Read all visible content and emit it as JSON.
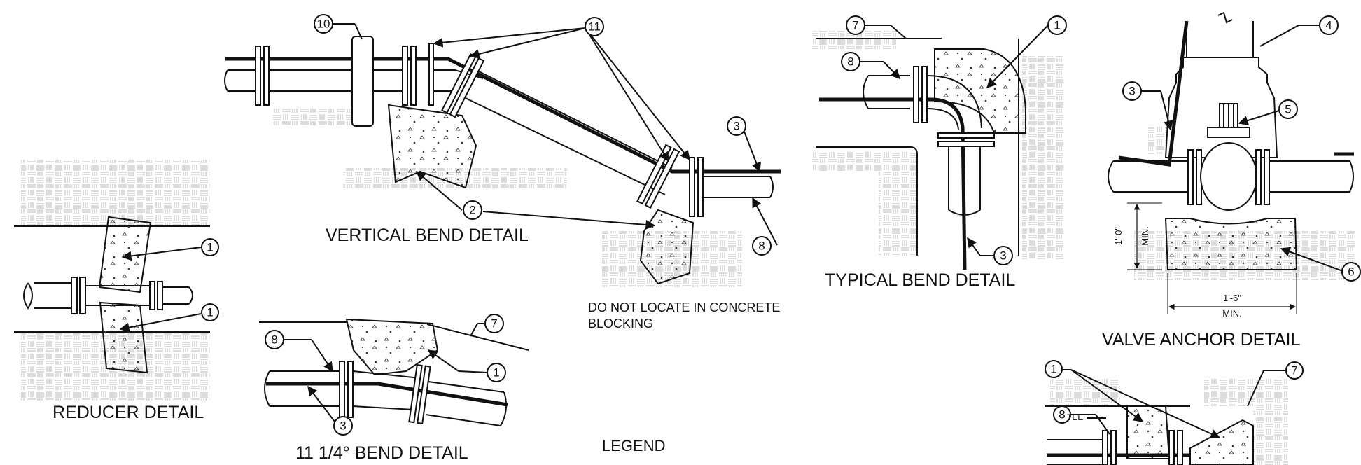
{
  "titles": {
    "reducer": "REDUCER DETAIL",
    "vertical_bend": "VERTICAL BEND DETAIL",
    "bend_11": "11 1/4° BEND DETAIL",
    "typical_bend": "TYPICAL BEND DETAIL",
    "valve_anchor": "VALVE ANCHOR DETAIL",
    "legend": "LEGEND"
  },
  "notes": {
    "no_locate_line1": "DO NOT LOCATE IN CONCRETE",
    "no_locate_line2": "BLOCKING",
    "tee": "TEE"
  },
  "dimensions": {
    "vertical_min": "1'-0\"",
    "vertical_min_sub": "MIN.",
    "horizontal_min": "1'-6\"",
    "horizontal_min_sub": "MIN."
  },
  "callouts": {
    "c1": "1",
    "c2": "2",
    "c3": "3",
    "c4": "4",
    "c5": "5",
    "c6": "6",
    "c7": "7",
    "c8": "8",
    "c10": "10",
    "c11": "11"
  },
  "colors": {
    "line": "#111111",
    "hatch": "#b8b8b8",
    "background": "#ffffff"
  }
}
